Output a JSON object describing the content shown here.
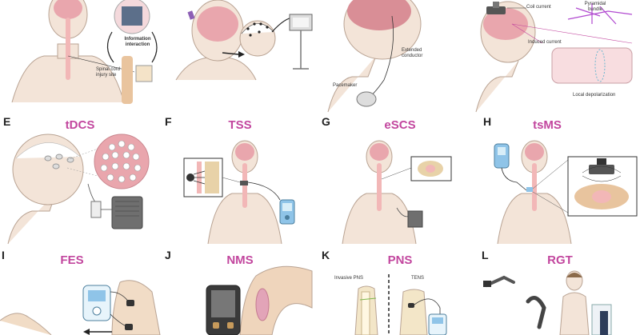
{
  "panels": {
    "E": {
      "letter": "E",
      "title": "tDCS"
    },
    "F": {
      "letter": "F",
      "title": "TSS"
    },
    "G": {
      "letter": "G",
      "title": "eSCS"
    },
    "H": {
      "letter": "H",
      "title": "tsMS"
    },
    "I": {
      "letter": "I",
      "title": "FES"
    },
    "J": {
      "letter": "J",
      "title": "NMS"
    },
    "K": {
      "letter": "K",
      "title": "PNS",
      "left_label": "Invasive PNS",
      "right_label": "TENS"
    },
    "L": {
      "letter": "L",
      "title": "RGT"
    }
  },
  "top_labels": {
    "info_interaction": "Information interaction",
    "spinal_injury": "Spinal cord injury site",
    "extended_conductor": "Extended conductor",
    "pacemaker": "Pacemaker",
    "coil_current": "Coil current",
    "pyramidal_bundle": "Pyramidal bundle",
    "induced_current": "Induced current",
    "local_depolarization": "Local depolarization"
  },
  "colors": {
    "title": "#c2469e",
    "skin": "#f1e1d4",
    "brain": "#e9a6ad",
    "cord": "#f2b7b7",
    "device": "#6f6f6f",
    "accent_blue": "#8fc4e8"
  }
}
